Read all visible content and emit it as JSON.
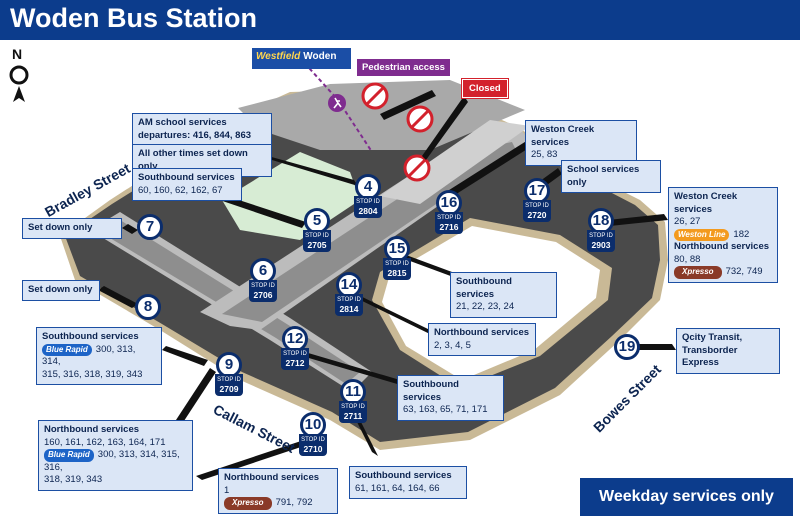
{
  "title": "Woden Bus Station",
  "compass": {
    "label": "N"
  },
  "westfield": {
    "brand": "Westfield",
    "label": "Woden"
  },
  "pedestrian_access": "Pedestrian access",
  "closed": "Closed",
  "weekday_note": "Weekday services only",
  "streets": {
    "bradley": "Bradley Street",
    "callam": "Callam Street",
    "bowes": "Bowes Street"
  },
  "stop_id_label": "STOP ID",
  "stops": [
    {
      "num": "4",
      "id": "2804"
    },
    {
      "num": "5",
      "id": "2705"
    },
    {
      "num": "6",
      "id": "2706"
    },
    {
      "num": "7",
      "id": ""
    },
    {
      "num": "8",
      "id": ""
    },
    {
      "num": "9",
      "id": "2709"
    },
    {
      "num": "10",
      "id": "2710"
    },
    {
      "num": "11",
      "id": "2711"
    },
    {
      "num": "12",
      "id": "2712"
    },
    {
      "num": "14",
      "id": "2814"
    },
    {
      "num": "15",
      "id": "2815"
    },
    {
      "num": "16",
      "id": "2716"
    },
    {
      "num": "17",
      "id": "2720"
    },
    {
      "num": "18",
      "id": "2903"
    },
    {
      "num": "19",
      "id": ""
    }
  ],
  "boxes": {
    "am_school": {
      "heading": "AM school services",
      "line": "departures: 416, 844, 863"
    },
    "other_times": {
      "heading": "All other times set down only"
    },
    "stop5_sb": {
      "heading": "Southbound services",
      "line": "60, 160, 62, 162, 67"
    },
    "set_down_7": {
      "heading": "Set down only"
    },
    "set_down_8": {
      "heading": "Set down only"
    },
    "stop9_sb": {
      "heading": "Southbound services",
      "badge": "Blue Rapid",
      "line1": "300, 313, 314,",
      "line2": "315, 316, 318, 319, 343"
    },
    "stop10_nb": {
      "heading": "Northbound services",
      "line": "160, 161, 162, 163, 164, 171",
      "badge": "Blue Rapid",
      "line2": "300, 313, 314, 315, 316,",
      "line3": "318, 319, 343"
    },
    "stop10b_nb": {
      "heading": "Northbound services",
      "line": "1",
      "badge": "Xpresso",
      "line2": "791, 792"
    },
    "stop11_sb": {
      "heading": "Southbound services",
      "line": "61, 161, 64, 164, 66"
    },
    "stop12_sb": {
      "heading": "Southbound services",
      "line": "63, 163, 65, 71, 171"
    },
    "stop14_nb": {
      "heading": "Northbound services",
      "line": "2, 3, 4, 5"
    },
    "stop15_sb": {
      "heading": "Southbound services",
      "line": "21, 22, 23, 24"
    },
    "weston_16": {
      "heading": "Weston Creek services",
      "line": "25, 83"
    },
    "school_17": {
      "heading": "School services only"
    },
    "weston_18": {
      "heading": "Weston Creek services",
      "line": "26, 27",
      "badge": "Weston Line",
      "line2": "182",
      "heading2": "Northbound services",
      "line3": "80, 88",
      "badge2": "Xpresso",
      "line4": "732, 749"
    },
    "qcity_19": {
      "line1": "Qcity Transit,",
      "line2": "Transborder Express"
    }
  },
  "colors": {
    "title_bar": "#0c3c8c",
    "road": "#4a4a4a",
    "road_edge": "#c9b996",
    "platform": "#bcbcbc",
    "canopy": "#8e8e8e",
    "grass": "#d7ecd4",
    "info_fill": "#dbe6f6",
    "info_border": "#1c4fa3",
    "pedestrian": "#7f2c8f",
    "closed": "#d3212c"
  }
}
